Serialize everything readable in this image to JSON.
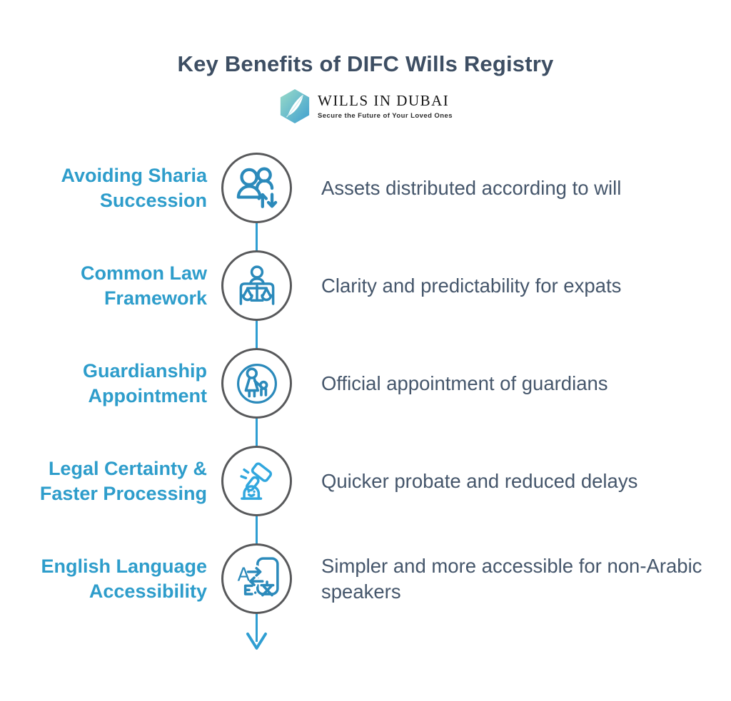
{
  "title": "Key Benefits of DIFC Wills Registry",
  "logo": {
    "name": "WILLS IN DUBAI",
    "tagline": "Secure the Future of Your Loved Ones"
  },
  "rows": [
    {
      "label": "Avoiding Sharia\nSuccession",
      "icon": "people-succession-icon",
      "description": "Assets distributed according to will"
    },
    {
      "label": "Common Law\nFramework",
      "icon": "law-scales-icon",
      "description": "Clarity and predictability for expats"
    },
    {
      "label": "Guardianship\nAppointment",
      "icon": "guardian-child-icon",
      "description": "Official appointment of guardians"
    },
    {
      "label": "Legal Certainty &\nFaster Processing",
      "icon": "gavel-icon",
      "description": "Quicker probate and reduced delays"
    },
    {
      "label": "English Language\nAccessibility",
      "icon": "translate-icon",
      "description": "Simpler and more accessible for non-Arabic speakers"
    }
  ],
  "colors": {
    "heading": "#3D4E63",
    "body_text": "#45566B",
    "label_blue": "#2E9DCB",
    "icon_blue": "#2B8ABB",
    "icon_light_blue": "#31A7DE",
    "circle_border": "#58595B",
    "connector": "#2F9ED2",
    "logo_gradient_start": "#9ADBC8",
    "logo_gradient_end": "#3E9FD0"
  }
}
